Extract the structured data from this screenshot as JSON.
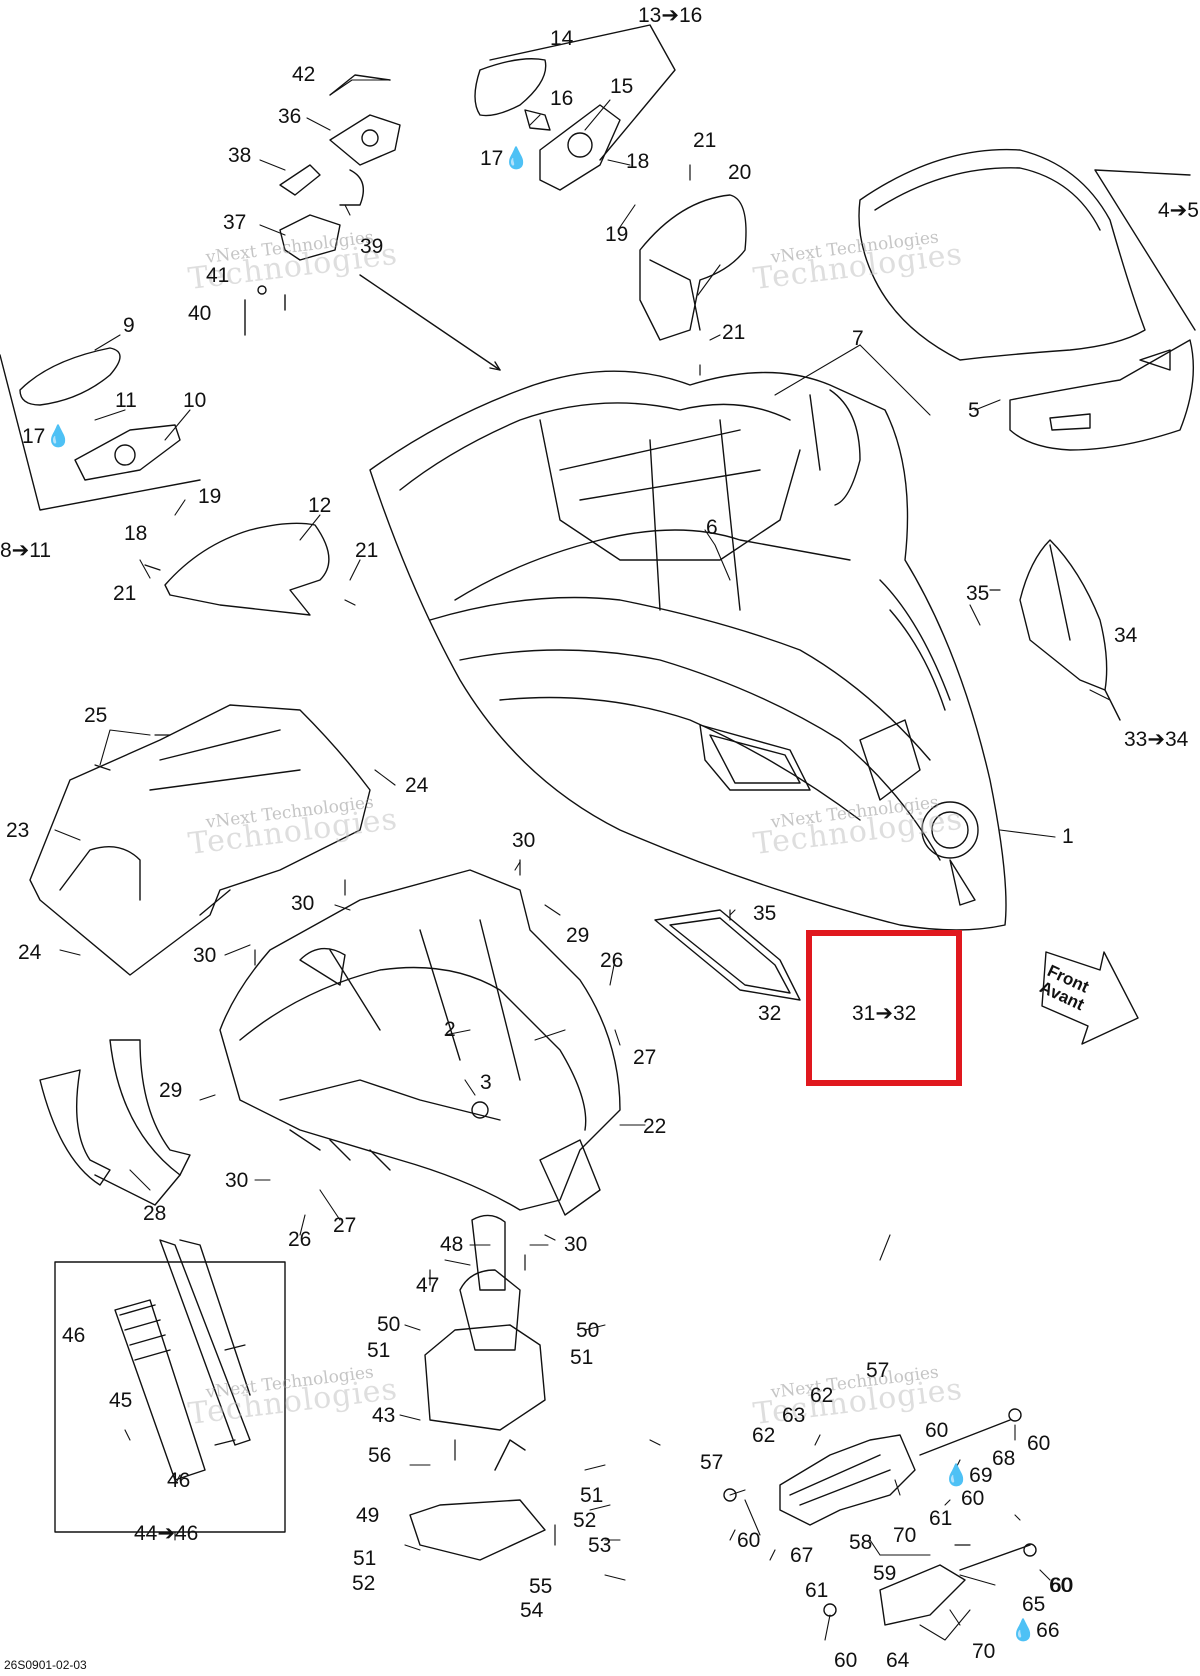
{
  "diagram": {
    "drawing_code": "26S0901-02-03",
    "direction_label": [
      "Front",
      "Avant"
    ],
    "watermark": {
      "line1": "vNext Technologies",
      "line2": "Technologies"
    },
    "colors": {
      "line": "#111111",
      "highlight": "#e0181e",
      "watermark": "#9a9a9a"
    },
    "callouts": [
      {
        "id": "c13-16",
        "text": "13➔16"
      },
      {
        "id": "c14",
        "text": "14"
      },
      {
        "id": "c42",
        "text": "42"
      },
      {
        "id": "c36",
        "text": "36"
      },
      {
        "id": "c16",
        "text": "16"
      },
      {
        "id": "c15",
        "text": "15"
      },
      {
        "id": "c38",
        "text": "38"
      },
      {
        "id": "c17-top",
        "text": "17💧"
      },
      {
        "id": "c21-a",
        "text": "21"
      },
      {
        "id": "c18-top",
        "text": "18"
      },
      {
        "id": "c20",
        "text": "20"
      },
      {
        "id": "c37",
        "text": "37"
      },
      {
        "id": "c39",
        "text": "39"
      },
      {
        "id": "c19-top",
        "text": "19"
      },
      {
        "id": "c4-5",
        "text": "4➔5"
      },
      {
        "id": "c41",
        "text": "41"
      },
      {
        "id": "c40",
        "text": "40"
      },
      {
        "id": "c21-b",
        "text": "21"
      },
      {
        "id": "c9",
        "text": "9"
      },
      {
        "id": "c7",
        "text": "7"
      },
      {
        "id": "c11",
        "text": "11"
      },
      {
        "id": "c10",
        "text": "10"
      },
      {
        "id": "c5",
        "text": "5"
      },
      {
        "id": "c17-left",
        "text": "17💧"
      },
      {
        "id": "c19-left",
        "text": "19"
      },
      {
        "id": "c12",
        "text": "12"
      },
      {
        "id": "c18-left",
        "text": "18"
      },
      {
        "id": "c6",
        "text": "6"
      },
      {
        "id": "c8-11",
        "text": "8➔11"
      },
      {
        "id": "c21-c",
        "text": "21"
      },
      {
        "id": "c21-d",
        "text": "21"
      },
      {
        "id": "c35-right",
        "text": "35"
      },
      {
        "id": "c34",
        "text": "34"
      },
      {
        "id": "c25",
        "text": "25"
      },
      {
        "id": "c33-34",
        "text": "33➔34"
      },
      {
        "id": "c24-top",
        "text": "24"
      },
      {
        "id": "c23",
        "text": "23"
      },
      {
        "id": "c1",
        "text": "1"
      },
      {
        "id": "c30-a",
        "text": "30"
      },
      {
        "id": "c30-b",
        "text": "30"
      },
      {
        "id": "c35-mid",
        "text": "35"
      },
      {
        "id": "c29-top",
        "text": "29"
      },
      {
        "id": "c24-bottom",
        "text": "24"
      },
      {
        "id": "c30-c",
        "text": "30"
      },
      {
        "id": "c26-top",
        "text": "26"
      },
      {
        "id": "c32",
        "text": "32"
      },
      {
        "id": "c31-32",
        "text": "31➔32"
      },
      {
        "id": "c2",
        "text": "2"
      },
      {
        "id": "c27-right",
        "text": "27"
      },
      {
        "id": "c3",
        "text": "3"
      },
      {
        "id": "c29-left",
        "text": "29"
      },
      {
        "id": "c22",
        "text": "22"
      },
      {
        "id": "c30-d",
        "text": "30"
      },
      {
        "id": "c28",
        "text": "28"
      },
      {
        "id": "c26-bottom",
        "text": "26"
      },
      {
        "id": "c27-bottom",
        "text": "27"
      },
      {
        "id": "c48",
        "text": "48"
      },
      {
        "id": "c30-e",
        "text": "30"
      },
      {
        "id": "c47",
        "text": "47"
      },
      {
        "id": "c46-top",
        "text": "46"
      },
      {
        "id": "c50-left",
        "text": "50"
      },
      {
        "id": "c50-right",
        "text": "50"
      },
      {
        "id": "c51-a",
        "text": "51"
      },
      {
        "id": "c51-b",
        "text": "51"
      },
      {
        "id": "c45",
        "text": "45"
      },
      {
        "id": "c57-top",
        "text": "57"
      },
      {
        "id": "c62-top",
        "text": "62"
      },
      {
        "id": "c43",
        "text": "43"
      },
      {
        "id": "c63",
        "text": "63"
      },
      {
        "id": "c62-mid",
        "text": "62"
      },
      {
        "id": "c60-a",
        "text": "60"
      },
      {
        "id": "c60-b",
        "text": "60"
      },
      {
        "id": "c56",
        "text": "56"
      },
      {
        "id": "c46-bottom",
        "text": "46"
      },
      {
        "id": "c57-left",
        "text": "57"
      },
      {
        "id": "c68",
        "text": "68"
      },
      {
        "id": "c69",
        "text": "💧69"
      },
      {
        "id": "c51-c",
        "text": "51"
      },
      {
        "id": "c44-46",
        "text": "44➔46"
      },
      {
        "id": "c49",
        "text": "49"
      },
      {
        "id": "c52-a",
        "text": "52"
      },
      {
        "id": "c60-c",
        "text": "60"
      },
      {
        "id": "c61-a",
        "text": "61"
      },
      {
        "id": "c60-d",
        "text": "60"
      },
      {
        "id": "c53",
        "text": "53"
      },
      {
        "id": "c70-a",
        "text": "70"
      },
      {
        "id": "c67",
        "text": "67"
      },
      {
        "id": "c60-e",
        "text": "60"
      },
      {
        "id": "c51-d",
        "text": "51"
      },
      {
        "id": "c58",
        "text": "58"
      },
      {
        "id": "c52-b",
        "text": "52"
      },
      {
        "id": "c59",
        "text": "59"
      },
      {
        "id": "c55",
        "text": "55"
      },
      {
        "id": "c54",
        "text": "54"
      },
      {
        "id": "c65",
        "text": "65"
      },
      {
        "id": "c60-f",
        "text": "60"
      },
      {
        "id": "c61-b",
        "text": "61"
      },
      {
        "id": "c66",
        "text": "💧66"
      },
      {
        "id": "c70-b",
        "text": "70"
      },
      {
        "id": "c60-g",
        "text": "60"
      },
      {
        "id": "c64",
        "text": "64"
      }
    ]
  }
}
